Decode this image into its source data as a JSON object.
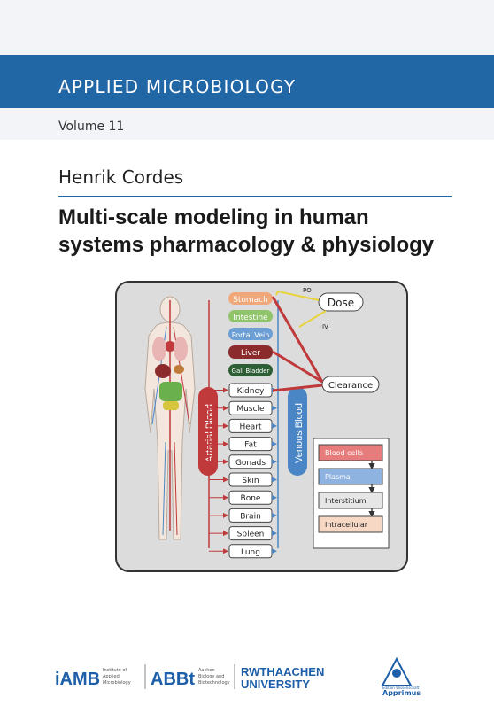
{
  "series": {
    "title": "APPLIED MICROBIOLOGY",
    "volume": "Volume 11"
  },
  "author": "Henrik Cordes",
  "title_line1": "Multi-scale modeling in human",
  "title_line2": "systems pharmacology & physiology",
  "figure": {
    "top_nodes": [
      "Stomach",
      "Intestine",
      "Portal Vein",
      "Liver",
      "Gall Bladder"
    ],
    "organs": [
      "Kidney",
      "Muscle",
      "Heart",
      "Fat",
      "Gonads",
      "Skin",
      "Bone",
      "Brain",
      "Spleen",
      "Lung"
    ],
    "dose": "Dose",
    "clearance": "Clearance",
    "po": "PO",
    "iv": "IV",
    "arterial": "Arterial Blood",
    "venous": "Venous Blood",
    "compartments": [
      "Blood cells",
      "Plasma",
      "Interstitium",
      "Intracellular"
    ]
  },
  "logos": {
    "iamb": "iAMB",
    "iamb_sub": [
      "Institute of",
      "Applied",
      "Microbiology"
    ],
    "abbt": "ABBt",
    "abbt_sub": [
      "Aachen",
      "Biology and",
      "Biotechnology"
    ],
    "rwth1": "RWTHAACHEN",
    "rwth2": "UNIVERSITY",
    "publisher1": "Edition Wissenschaft",
    "publisher2": "Apprimus"
  },
  "colors": {
    "band": "#2166a5",
    "arterial": "#c0393b",
    "venous": "#4a86c6"
  }
}
